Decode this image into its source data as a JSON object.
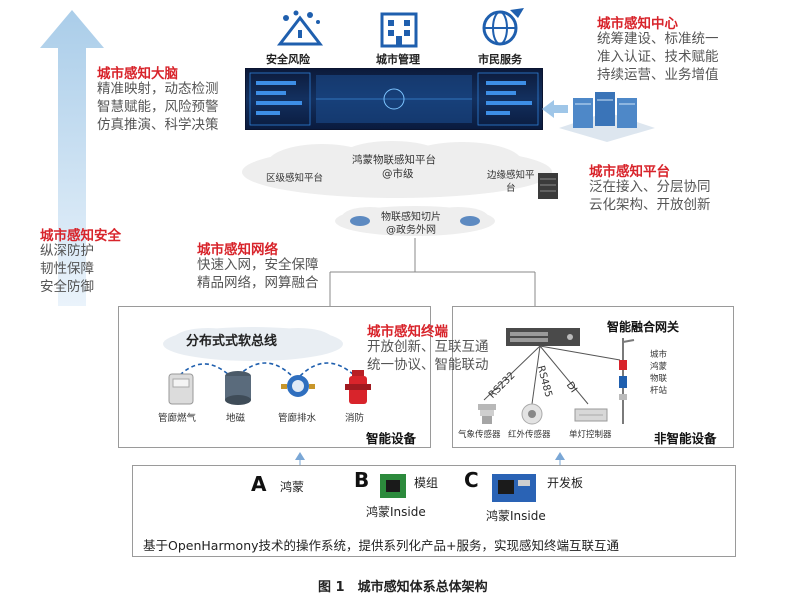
{
  "top_icons": [
    "安全风险",
    "城市管理",
    "市民服务"
  ],
  "brain": {
    "title": "城市感知大脑",
    "lines": [
      "精准映射，动态检测",
      "智慧赋能，风险预警",
      "仿真推演、科学决策"
    ]
  },
  "center": {
    "title": "城市感知中心",
    "lines": [
      "统筹建设、标准统一",
      "准入认证、技术赋能",
      "持续运营、业务增值"
    ]
  },
  "platform": {
    "title": "城市感知平台",
    "lines": [
      "泛在接入、分层协同",
      "云化架构、开放创新"
    ]
  },
  "security": {
    "title": "城市感知安全",
    "lines": [
      "纵深防护",
      "韧性保障",
      "安全防御"
    ]
  },
  "network": {
    "title": "城市感知网络",
    "lines": [
      "快速入网，安全保障",
      "精品网络，网算融合"
    ]
  },
  "terminal": {
    "title": "城市感知终端",
    "lines": [
      "开放创新、互联互通",
      "统一协议、智能联动"
    ]
  },
  "cloud": {
    "main_line1": "鸿蒙物联感知平台",
    "main_line2": "@市级",
    "left": "区级感知平台",
    "right_line1": "边缘感知平",
    "right_line2": "台",
    "slice_line1": "物联感知切片",
    "slice_line2": "@政务外网"
  },
  "smart_devices": {
    "bus_title": "分布式式软总线",
    "items": [
      "管廊燃气",
      "地磁",
      "管廊排水",
      "消防"
    ],
    "label": "智能设备"
  },
  "nonsmart_devices": {
    "gateway_title": "智能融合网关",
    "protocols": [
      "RS232",
      "RS485",
      "DI"
    ],
    "items": [
      "气象传感器",
      "红外传感器",
      "单灯控制器"
    ],
    "pole_label": [
      "城市",
      "鸿蒙",
      "物联",
      "杆站"
    ],
    "label": "非智能设备"
  },
  "bottom": {
    "a_letter": "A",
    "a_label": "鸿蒙",
    "b_letter": "B",
    "b_label": "模组",
    "b_sub": "鸿蒙Inside",
    "c_letter": "C",
    "c_label": "开发板",
    "c_sub": "鸿蒙Inside",
    "statement": "基于OpenHarmony技术的操作系统，提供系列化产品+服务，实现感知终端互联互通"
  },
  "caption": "图 1　城市感知体系总体架构",
  "colors": {
    "accent_red": "#d8242b",
    "icon_blue": "#1f5fae",
    "arrow_light": "#d3e6f5"
  }
}
